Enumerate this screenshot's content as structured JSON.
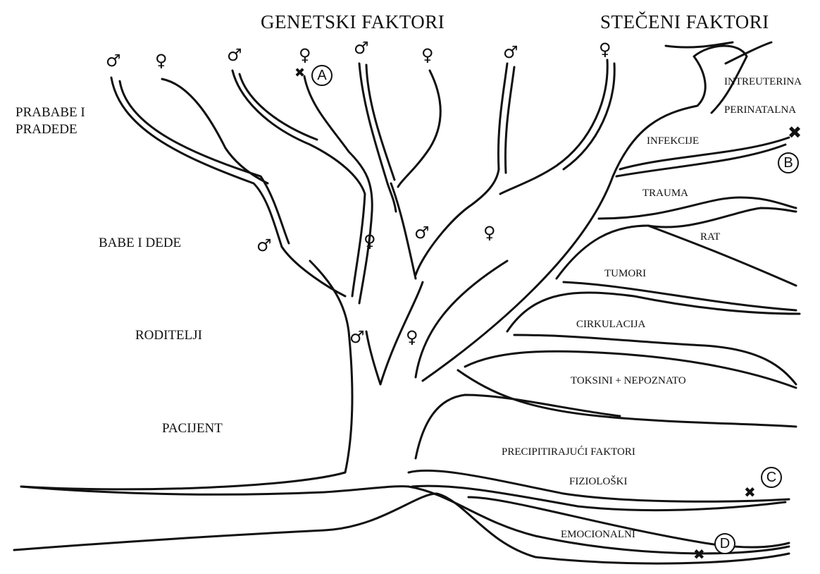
{
  "headers": {
    "genetic": "GENETSKI FAKTORI",
    "acquired": "STEČENI FAKTORI"
  },
  "generations": {
    "great_grandparents": "PRABABE I\nPRADEDE",
    "grandparents": "BABE I DEDE",
    "parents": "RODITELJI",
    "patient": "PACIJENT"
  },
  "acquired_branches": [
    "INTREUTERINA",
    "PERINATALNA",
    "INFEKCIJE",
    "TRAUMA",
    "RAT",
    "TUMORI",
    "CIRKULACIJA",
    "TOKSINI + NEPOZNATO",
    "PRECIPITIRAJUĆI FAKTORI",
    "FIZIOLOŠKI",
    "EMOCIONALNI"
  ],
  "markers": [
    "A",
    "B",
    "C",
    "D"
  ],
  "symbols": {
    "male": "♂",
    "female": "♀",
    "deceased": "✖",
    "male_deceased": "✖"
  },
  "colors": {
    "ink": "#111111",
    "paper": "#ffffff"
  }
}
